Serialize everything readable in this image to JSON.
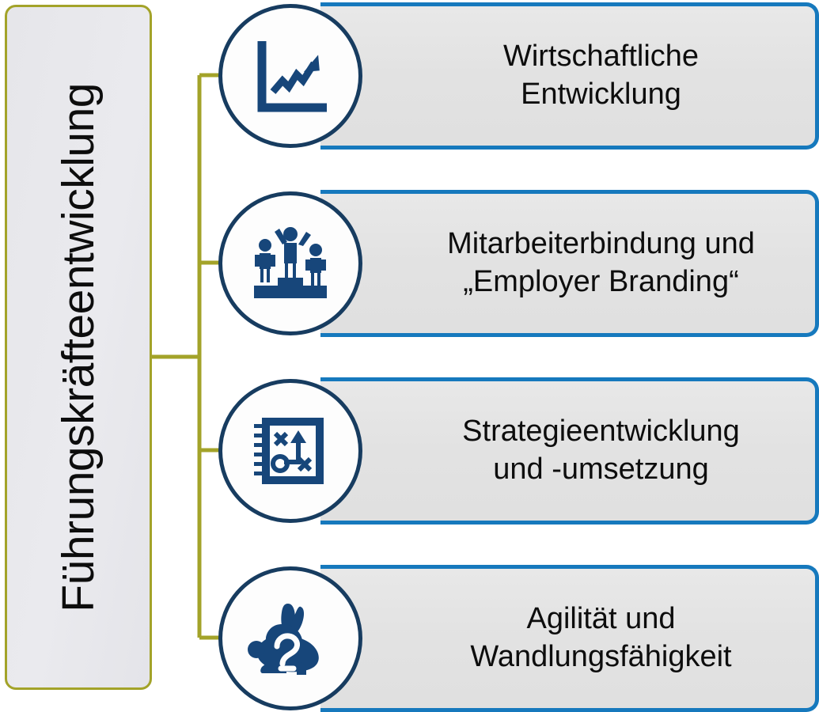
{
  "diagram": {
    "type": "bracket-list",
    "root": {
      "label": "Führungskräfteentwicklung",
      "orientation": "vertical-bottom-to-top",
      "border_color": "#a3a329",
      "fill_color": "#e8e8ec"
    },
    "connector": {
      "color": "#a3a329",
      "style": "orthogonal-bracket"
    },
    "style": {
      "bar_border_color": "#1679bd",
      "bar_fill_color": "#e4e4e4",
      "circle_border_color": "#173c60",
      "circle_fill_color": "#fdfdfd",
      "icon_color": "#17467a",
      "text_color": "#0d0d0d",
      "background": "#ffffff"
    },
    "items": [
      {
        "id": "wirtschaftliche-entwicklung",
        "label": "Wirtschaftliche\nEntwicklung",
        "icon": "growth-chart-icon"
      },
      {
        "id": "mitarbeiterbindung",
        "label": "Mitarbeiterbindung und\n„Employer Branding“",
        "icon": "podium-team-icon"
      },
      {
        "id": "strategieentwicklung",
        "label": "Strategieentwicklung\nund -umsetzung",
        "icon": "strategy-playbook-icon"
      },
      {
        "id": "agilitaet",
        "label": "Agilität und\nWandlungsfähigkeit",
        "icon": "rabbit-icon"
      }
    ]
  }
}
